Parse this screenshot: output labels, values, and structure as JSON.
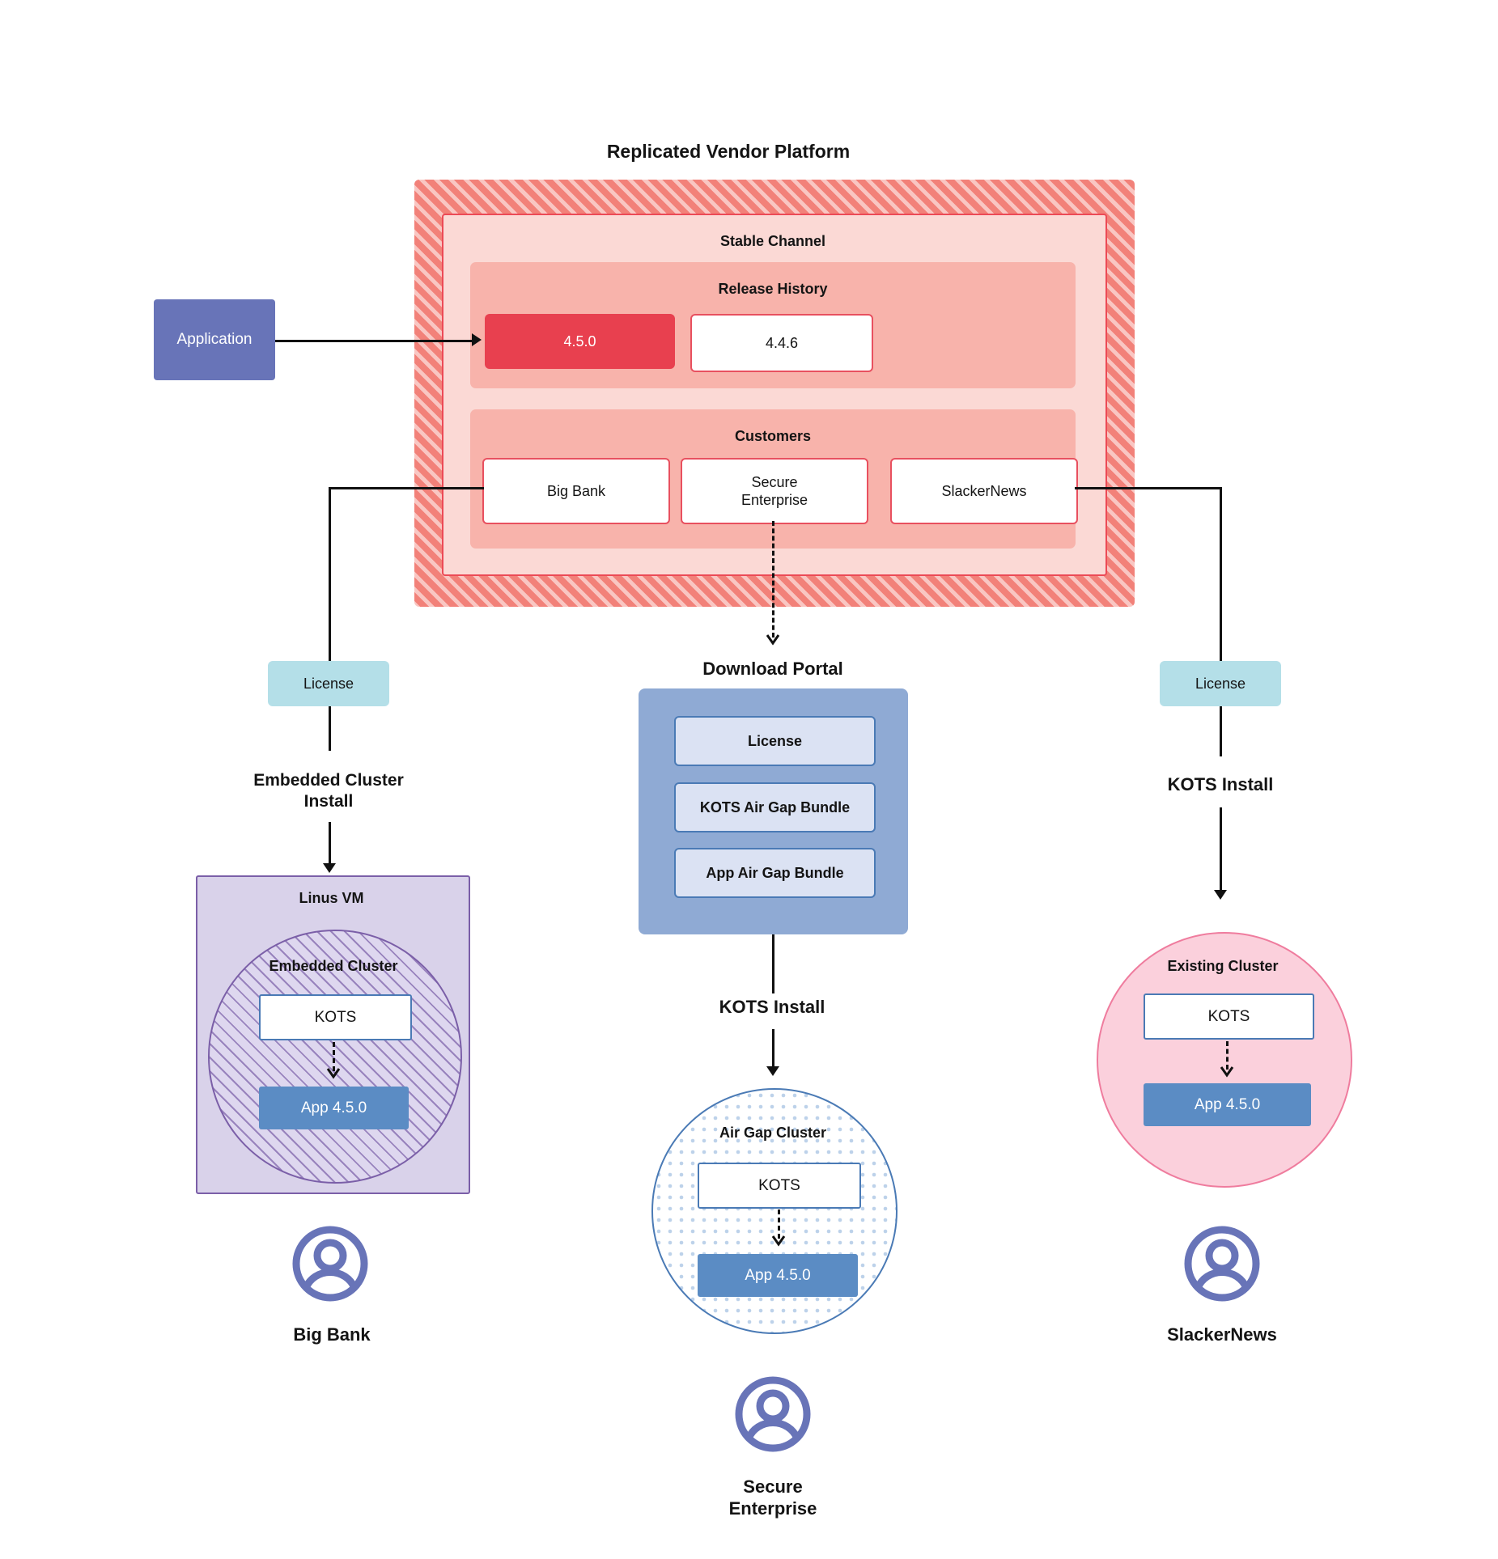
{
  "diagram": {
    "title": "Replicated Vendor Platform",
    "application_box": {
      "label": "Application"
    },
    "vendor_platform": {
      "channel": {
        "label": "Stable Channel"
      },
      "release_history": {
        "label": "Release History",
        "releases": [
          {
            "version": "4.5.0",
            "state": "current"
          },
          {
            "version": "4.4.6",
            "state": "previous"
          }
        ]
      },
      "customers": {
        "label": "Customers",
        "items": [
          {
            "name": "Big Bank"
          },
          {
            "name": "Secure\nEnterprise"
          },
          {
            "name": "SlackerNews"
          }
        ]
      }
    },
    "license_chips": [
      {
        "label": "License"
      },
      {
        "label": "License"
      }
    ],
    "install_labels": {
      "embedded": "Embedded Cluster\nInstall",
      "airgap": "KOTS Install",
      "existing": "KOTS Install"
    },
    "download_portal": {
      "title": "Download  Portal",
      "items": [
        {
          "label": "License"
        },
        {
          "label": "KOTS Air Gap Bundle"
        },
        {
          "label": "App Air Gap Bundle"
        }
      ]
    },
    "targets": {
      "embedded": {
        "vm_label": "Linus VM",
        "cluster_label": "Embedded Cluster",
        "kots_label": "KOTS",
        "app_label": "App 4.5.0"
      },
      "airgap": {
        "cluster_label": "Air Gap Cluster",
        "kots_label": "KOTS",
        "app_label": "App 4.5.0"
      },
      "existing": {
        "cluster_label": "Existing Cluster",
        "kots_label": "KOTS",
        "app_label": "App 4.5.0"
      }
    },
    "personas": [
      {
        "name": "Big Bank",
        "icon": "user-avatar-icon"
      },
      {
        "name": "Secure\nEnterprise",
        "icon": "user-avatar-icon"
      },
      {
        "name": "SlackerNews",
        "icon": "user-avatar-icon"
      }
    ],
    "colors": {
      "platform_hatch": "#f28179",
      "channel_bg": "#fbd9d5",
      "band_bg": "#f8b3ab",
      "release_current": "#e8404f",
      "release_border": "#e8505f",
      "application": "#6874b8",
      "license": "#b4dfe8",
      "portal": "#8faad4",
      "portal_item": "#dbe2f3",
      "vm": "#d9d2ea",
      "vm_border": "#7b5fa8",
      "existing_cluster": "#fbd0dc",
      "existing_cluster_border": "#ef7c9e",
      "app_version": "#5b8cc4",
      "kots_border": "#4a7ab5",
      "avatar": "#6874b8"
    }
  }
}
